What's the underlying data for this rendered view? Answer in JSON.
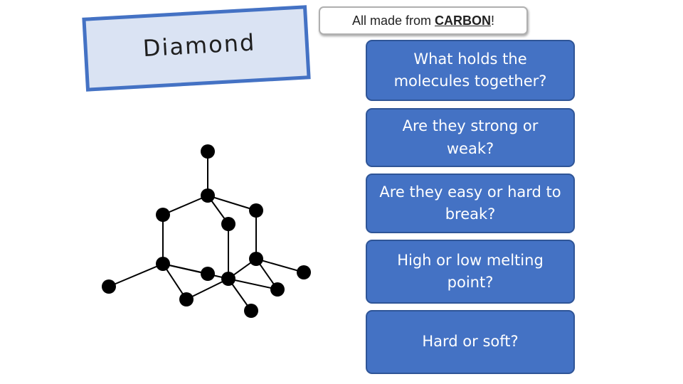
{
  "title": "Diamond",
  "note": {
    "prefix": "All made from ",
    "emphasis": "CARBON",
    "suffix": "!"
  },
  "questions": [
    "What holds the molecules together?",
    "Are they strong or weak?",
    "Are they easy or hard to break?",
    "High or low melting point?",
    "Hard or soft?"
  ],
  "colors": {
    "box_fill": "#4472c4",
    "title_fill": "#dae3f3",
    "atom": "#000000"
  }
}
